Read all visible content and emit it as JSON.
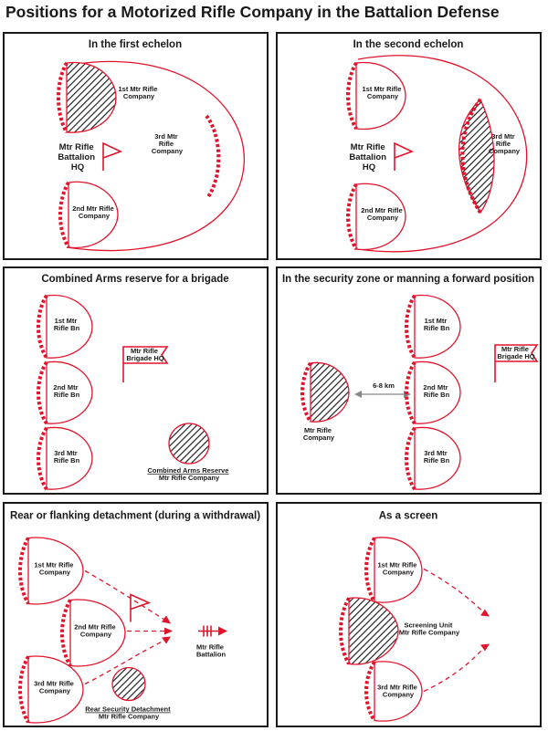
{
  "title": "Positions for a Motorized Rifle Company in the Battalion Defense",
  "colors": {
    "accent": "#e2142d",
    "outline": "#1a1a1a",
    "hatch": "#1a1a1a",
    "arrow_gray": "#888888"
  },
  "panels": [
    {
      "title": "In the first echelon",
      "labels": {
        "co1": [
          "1st Mtr Rifle",
          "Company"
        ],
        "co2": [
          "2nd Mtr Rifle",
          "Company"
        ],
        "co3": [
          "3rd Mtr",
          "Rifle",
          "Company"
        ],
        "hq": [
          "Mtr Rifle",
          "Battalion",
          "HQ"
        ]
      }
    },
    {
      "title": "In the second echelon",
      "labels": {
        "co1": [
          "1st Mtr Rifle",
          "Company"
        ],
        "co2": [
          "2nd Mtr Rifle",
          "Company"
        ],
        "co3": [
          "3rd Mtr",
          "Rifle",
          "Company"
        ],
        "hq": [
          "Mtr Rifle",
          "Battalion",
          "HQ"
        ]
      }
    },
    {
      "title": "Combined Arms reserve for a brigade",
      "labels": {
        "bn1": [
          "1st Mtr",
          "Rifle Bn"
        ],
        "bn2": [
          "2nd Mtr",
          "Rifle Bn"
        ],
        "bn3": [
          "3rd Mtr",
          "Rifle Bn"
        ],
        "hq": [
          "Mtr Rifle",
          "Brigade HQ"
        ],
        "reserve": [
          "Combined Arms Reserve",
          "Mtr Rifle Company"
        ]
      }
    },
    {
      "title": "In the security zone or manning a forward position",
      "labels": {
        "bn1": [
          "1st Mtr",
          "Rifle Bn"
        ],
        "bn2": [
          "2nd Mtr",
          "Rifle Bn"
        ],
        "bn3": [
          "3rd Mtr",
          "Rifle Bn"
        ],
        "hq": [
          "Mtr Rifle",
          "Brigade HQ"
        ],
        "company": [
          "Mtr Rifle",
          "Company"
        ],
        "distance": "6-8 km"
      }
    },
    {
      "title": "Rear or flanking detachment (during a withdrawal)",
      "labels": {
        "co1": [
          "1st Mtr Rifle",
          "Company"
        ],
        "co2": [
          "2nd Mtr Rifle",
          "Company"
        ],
        "co3": [
          "3rd Mtr Rifle",
          "Company"
        ],
        "battalion": [
          "Mtr Rifle",
          "Battalion"
        ],
        "detachment": [
          "Rear Security Detachment",
          "Mtr Rifle Company"
        ]
      }
    },
    {
      "title": "As a screen",
      "labels": {
        "co1": [
          "1st Mtr Rifle",
          "Company"
        ],
        "co3": [
          "3rd Mtr Rifle",
          "Company"
        ],
        "screen": [
          "Screening Unit",
          "Mtr Rifle Company"
        ]
      }
    }
  ]
}
